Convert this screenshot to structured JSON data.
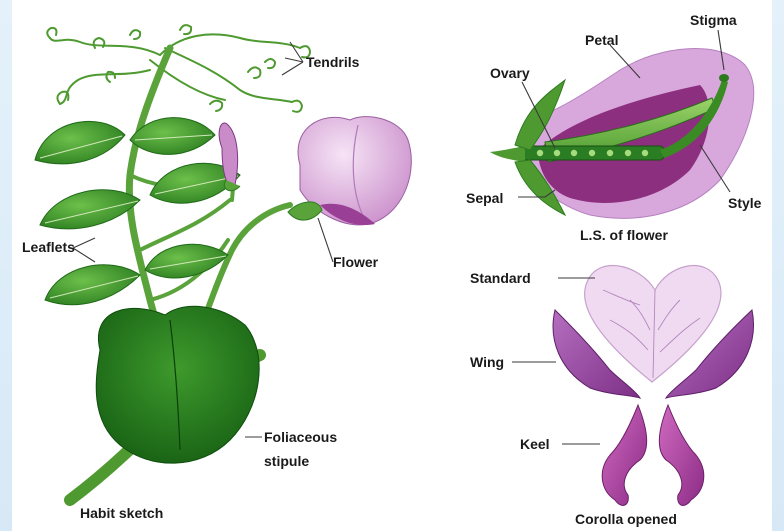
{
  "labels": {
    "tendrils": "Tendrils",
    "leaflets": "Leaflets",
    "flower": "Flower",
    "foliaceous_line1": "Foliaceous",
    "foliaceous_line2": "stipule",
    "habit_sketch": "Habit sketch",
    "petal": "Petal",
    "stigma": "Stigma",
    "ovary": "Ovary",
    "sepal": "Sepal",
    "style": "Style",
    "ls_flower": "L.S. of flower",
    "standard": "Standard",
    "wing": "Wing",
    "keel": "Keel",
    "corolla_opened": "Corolla opened"
  },
  "colors": {
    "background": "#dfeef8",
    "leaf_green": "#3f9a2c",
    "leaf_dark": "#1f6a17",
    "stem_green": "#5aa33a",
    "petal_light": "#e8c4e9",
    "petal_pink": "#c985c9",
    "petal_purple": "#9a3f96",
    "keel_magenta": "#b54aa6"
  }
}
